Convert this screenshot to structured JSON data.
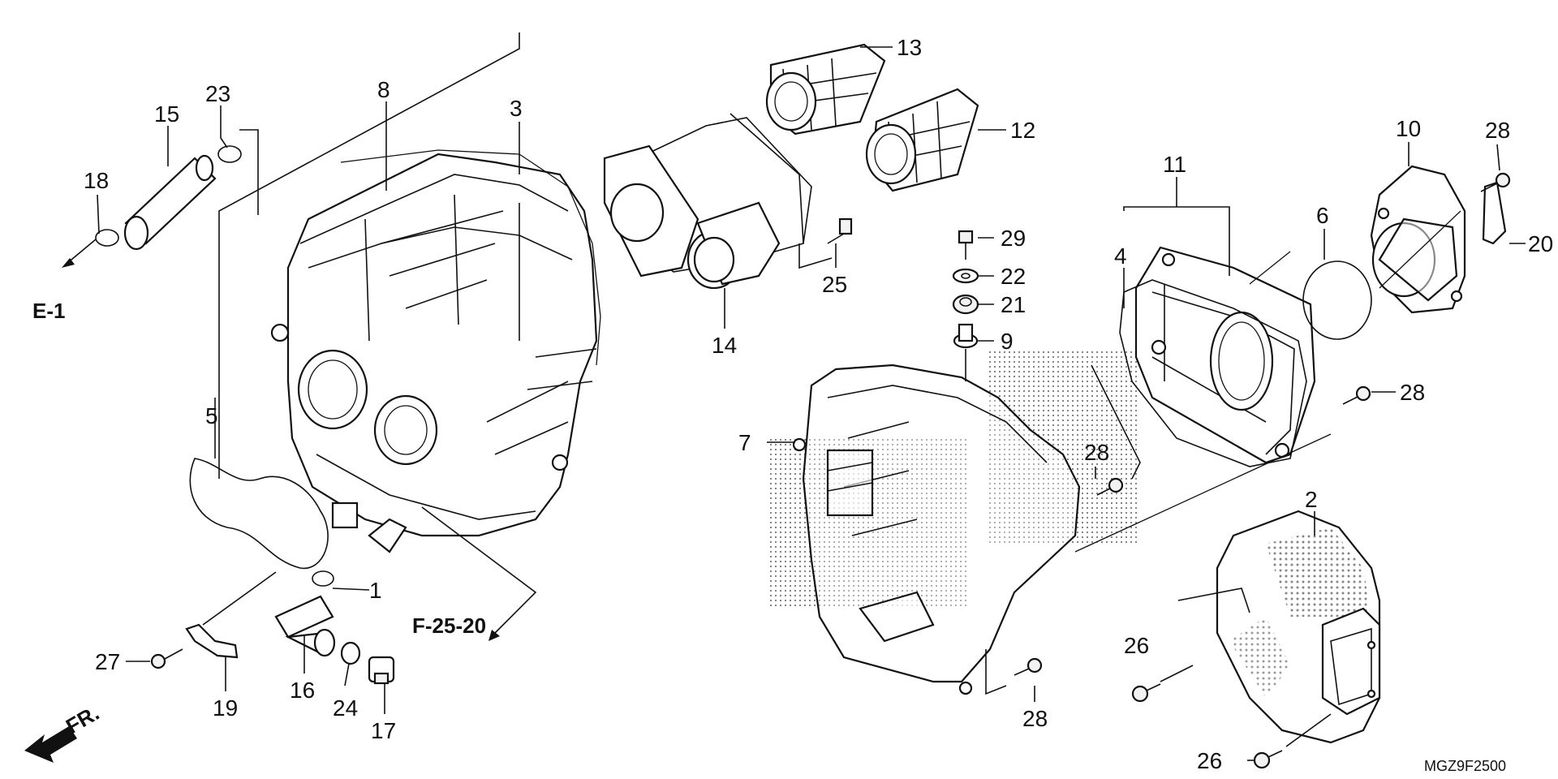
{
  "diagram": {
    "code": "MGZ9F2500",
    "refs": {
      "e1": "E-1",
      "f2520": "F-25-20",
      "fr": "FR."
    },
    "labels": {
      "l1": "1",
      "l2": "2",
      "l3": "3",
      "l4": "4",
      "l5": "5",
      "l6": "6",
      "l7": "7",
      "l8": "8",
      "l9": "9",
      "l10": "10",
      "l11": "11",
      "l12": "12",
      "l13": "13",
      "l14": "14",
      "l15": "15",
      "l16": "16",
      "l17": "17",
      "l18": "18",
      "l19": "19",
      "l20": "20",
      "l21": "21",
      "l22": "22",
      "l23": "23",
      "l24": "24",
      "l25": "25",
      "l26a": "26",
      "l26b": "26",
      "l27": "27",
      "l28a": "28",
      "l28b": "28",
      "l28c": "28",
      "l28d": "28",
      "l29": "29"
    }
  }
}
